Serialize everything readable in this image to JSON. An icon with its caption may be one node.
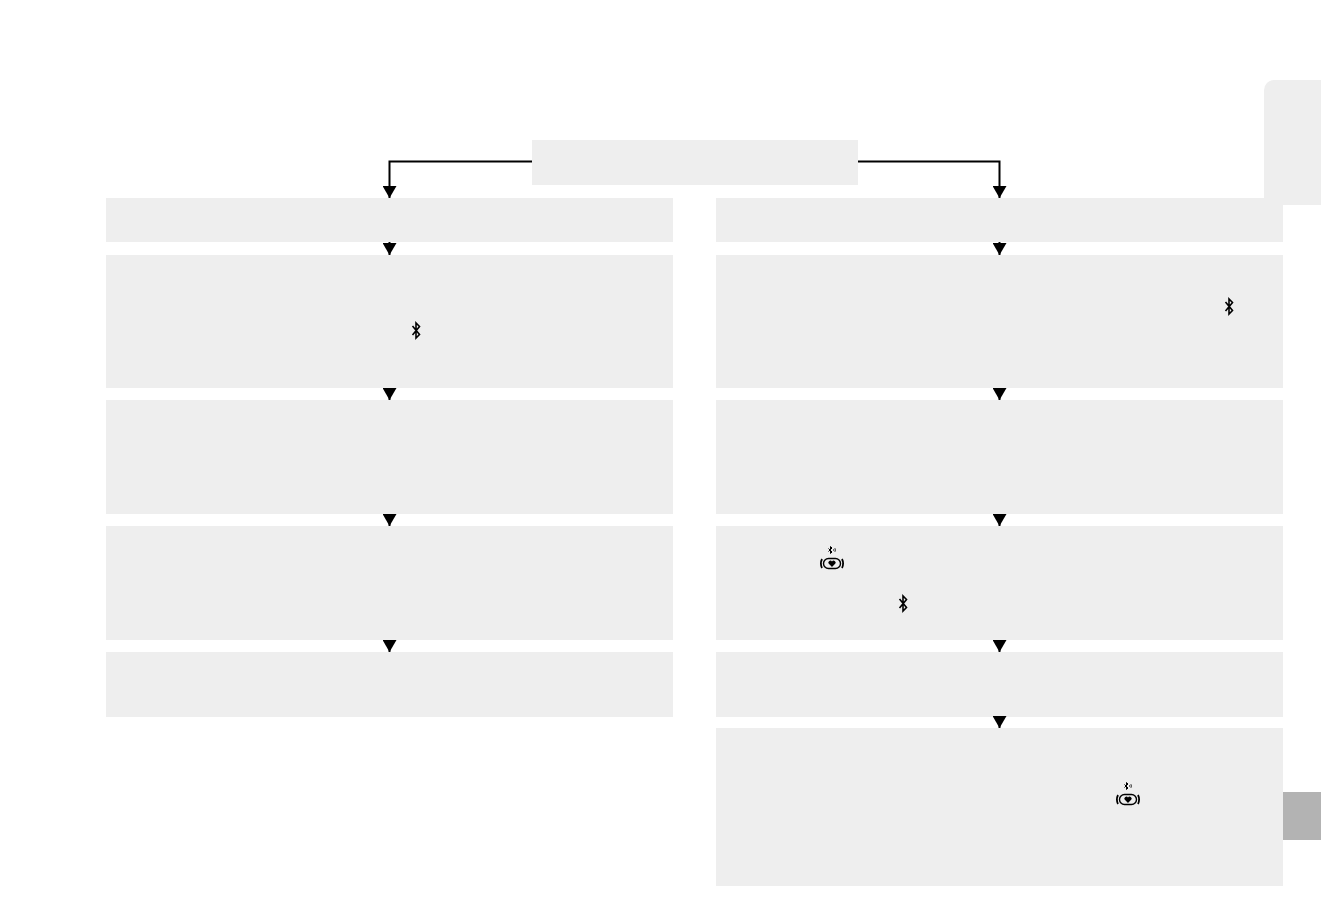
{
  "diagram": {
    "nodes": [
      {
        "text": [],
        "shape": "box"
      },
      {
        "text": [],
        "shape": "box"
      },
      {
        "text": [],
        "shape": "box"
      },
      {
        "text": [],
        "shape": "box"
      },
      {
        "text": [],
        "shape": "box"
      },
      {
        "text": [],
        "shape": "box"
      },
      {
        "text": [],
        "shape": "box"
      },
      {
        "text": [],
        "shape": "box"
      },
      {
        "text": [],
        "shape": "box"
      },
      {
        "text": [],
        "shape": "box"
      },
      {
        "text": [],
        "shape": "box"
      },
      {
        "text": [],
        "shape": "box"
      }
    ],
    "edges": [
      {
        "from": 0,
        "to": 1,
        "arrow": "to"
      },
      {
        "from": 0,
        "to": 6,
        "arrow": "to"
      },
      {
        "from": 1,
        "to": 2,
        "arrow": "to"
      },
      {
        "from": 2,
        "to": 3,
        "arrow": "to"
      },
      {
        "from": 3,
        "to": 4,
        "arrow": "to"
      },
      {
        "from": 4,
        "to": 5,
        "arrow": "to"
      },
      {
        "from": 6,
        "to": 7,
        "arrow": "to"
      },
      {
        "from": 7,
        "to": 8,
        "arrow": "to"
      },
      {
        "from": 8,
        "to": 9,
        "arrow": "to"
      },
      {
        "from": 9,
        "to": 10,
        "arrow": "to"
      },
      {
        "from": 10,
        "to": 11,
        "arrow": "to"
      }
    ]
  }
}
